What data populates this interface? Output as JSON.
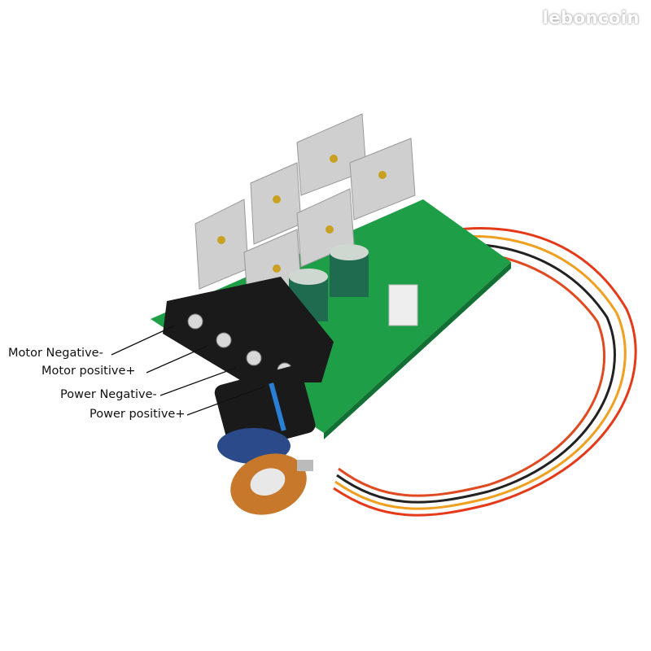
{
  "watermark": "leboncoin",
  "labels": [
    {
      "text": "Motor Negative-"
    },
    {
      "text": "Motor positive+"
    },
    {
      "text": "Power Negative-"
    },
    {
      "text": "Power positive+"
    }
  ],
  "colors": {
    "board": "#1f9e48",
    "terminal": "#1a1a1a",
    "heatsink": "#c9c9c9",
    "knob_accent": "#2a7fd4",
    "pot": "#c8782a"
  }
}
